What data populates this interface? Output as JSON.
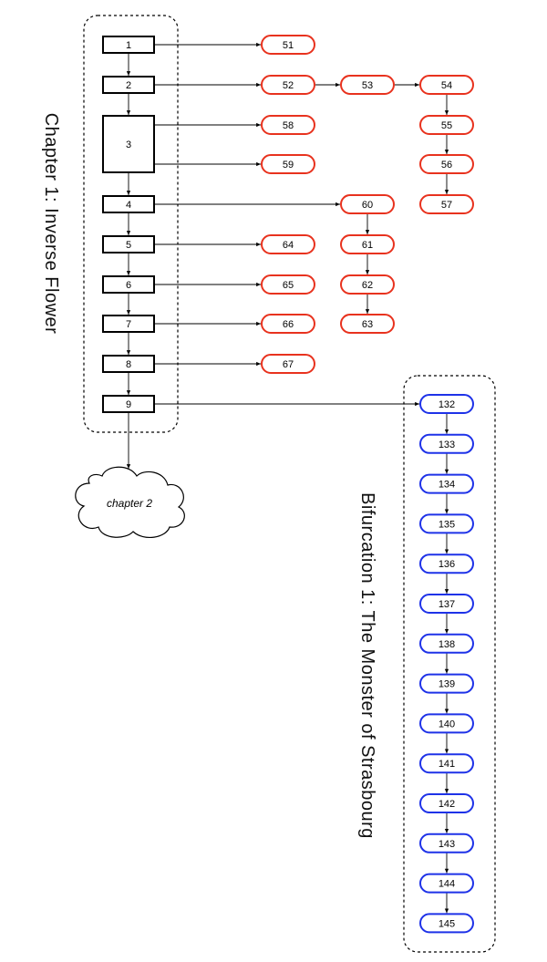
{
  "chapter1": {
    "title": "Chapter 1: Inverse Flower",
    "nodes": [
      "1",
      "2",
      "3",
      "4",
      "5",
      "6",
      "7",
      "8",
      "9"
    ]
  },
  "red_nodes": [
    "51",
    "52",
    "53",
    "54",
    "55",
    "56",
    "57",
    "58",
    "59",
    "60",
    "61",
    "62",
    "63",
    "64",
    "65",
    "66",
    "67"
  ],
  "bifurcation1": {
    "title": "Bifurcation 1: The Monster of Strasbourg",
    "nodes": [
      "132",
      "133",
      "134",
      "135",
      "136",
      "137",
      "138",
      "139",
      "140",
      "141",
      "142",
      "143",
      "144",
      "145"
    ]
  },
  "cloud": {
    "label": "chapter 2"
  },
  "colors": {
    "black": "#000000",
    "red": "#e8321e",
    "blue": "#1e32e8"
  }
}
